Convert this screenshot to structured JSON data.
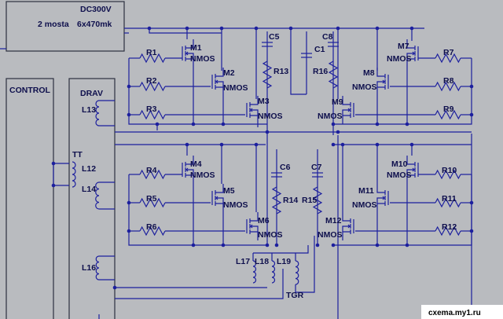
{
  "colors": {
    "background": "#b9bbbf",
    "wire": "#1c1f9e",
    "text": "#0e0f4c",
    "box": "#2c3040",
    "junction": "#1c1f9e",
    "watermark_bg": "#ffffff",
    "watermark_text": "#000000"
  },
  "blocks": {
    "supply_title": "DC300V",
    "supply_line1": "2 mosta",
    "supply_line2": "6x470mk",
    "control": "CONTROL",
    "drav": "DRAV",
    "tt": "TT",
    "tgr": "TGR"
  },
  "components": {
    "transistors": [
      "M1",
      "M2",
      "M3",
      "M4",
      "M5",
      "M6",
      "M7",
      "M8",
      "M9",
      "M10",
      "M11",
      "M12"
    ],
    "transistor_type": "NMOS",
    "resistors": [
      "R1",
      "R2",
      "R3",
      "R4",
      "R5",
      "R6",
      "R7",
      "R8",
      "R9",
      "R10",
      "R11",
      "R12",
      "R13",
      "R14",
      "R15",
      "R16"
    ],
    "capacitors": [
      "C1",
      "C5",
      "C6",
      "C7",
      "C8"
    ],
    "inductors": [
      "L12",
      "L13",
      "L14",
      "L16",
      "L17",
      "L18",
      "L19"
    ]
  },
  "watermark": "cxema.my1.ru"
}
